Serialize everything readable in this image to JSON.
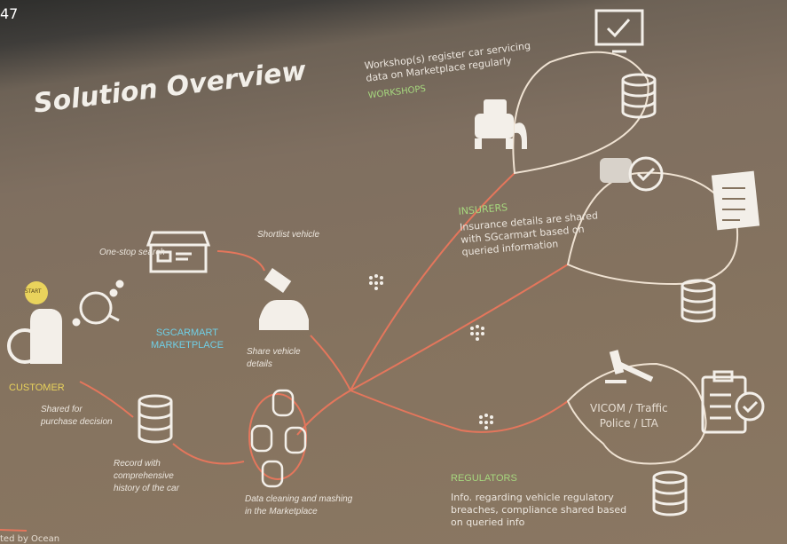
{
  "overlay": {
    "timestamp": "47",
    "footer_fragment": "ted by Ocean"
  },
  "slide": {
    "title": "Solution Overview",
    "customer": {
      "label": "CUSTOMER",
      "start_badge": "START"
    },
    "marketplace": {
      "label_line1": "SGCARMART",
      "label_line2": "MARKETPLACE"
    },
    "steps": {
      "one_stop_search": "One-stop search",
      "shortlist": "Shortlist vehicle",
      "share_details_1": "Share vehicle",
      "share_details_2": "details",
      "data_cleaning_1": "Data cleaning and mashing",
      "data_cleaning_2": "in the Marketplace",
      "record_1": "Record with",
      "record_2": "comprehensive",
      "record_3": "history of the car",
      "shared_1": "Shared for",
      "shared_2": "purchase decision"
    },
    "workshops": {
      "label": "WORKSHOPS",
      "desc_1": "Workshop(s) register car servicing",
      "desc_2": "data on Marketplace regularly"
    },
    "insurers": {
      "label": "INSURERS",
      "desc_1": "Insurance details are shared",
      "desc_2": "with SGcarmart based on",
      "desc_3": "queried information"
    },
    "regulators": {
      "label": "REGULATORS",
      "loop_1": "VICOM / Traffic",
      "loop_2": "Police / LTA",
      "desc_1": "Info. regarding vehicle regulatory",
      "desc_2": "breaches, compliance  shared based",
      "desc_3": "on queried info"
    }
  },
  "colors": {
    "slide_bg": "#85735f",
    "accent_line": "#e4765c",
    "green": "#a6d77e",
    "cyan": "#6fcfe6",
    "yellow": "#e9d35c"
  }
}
